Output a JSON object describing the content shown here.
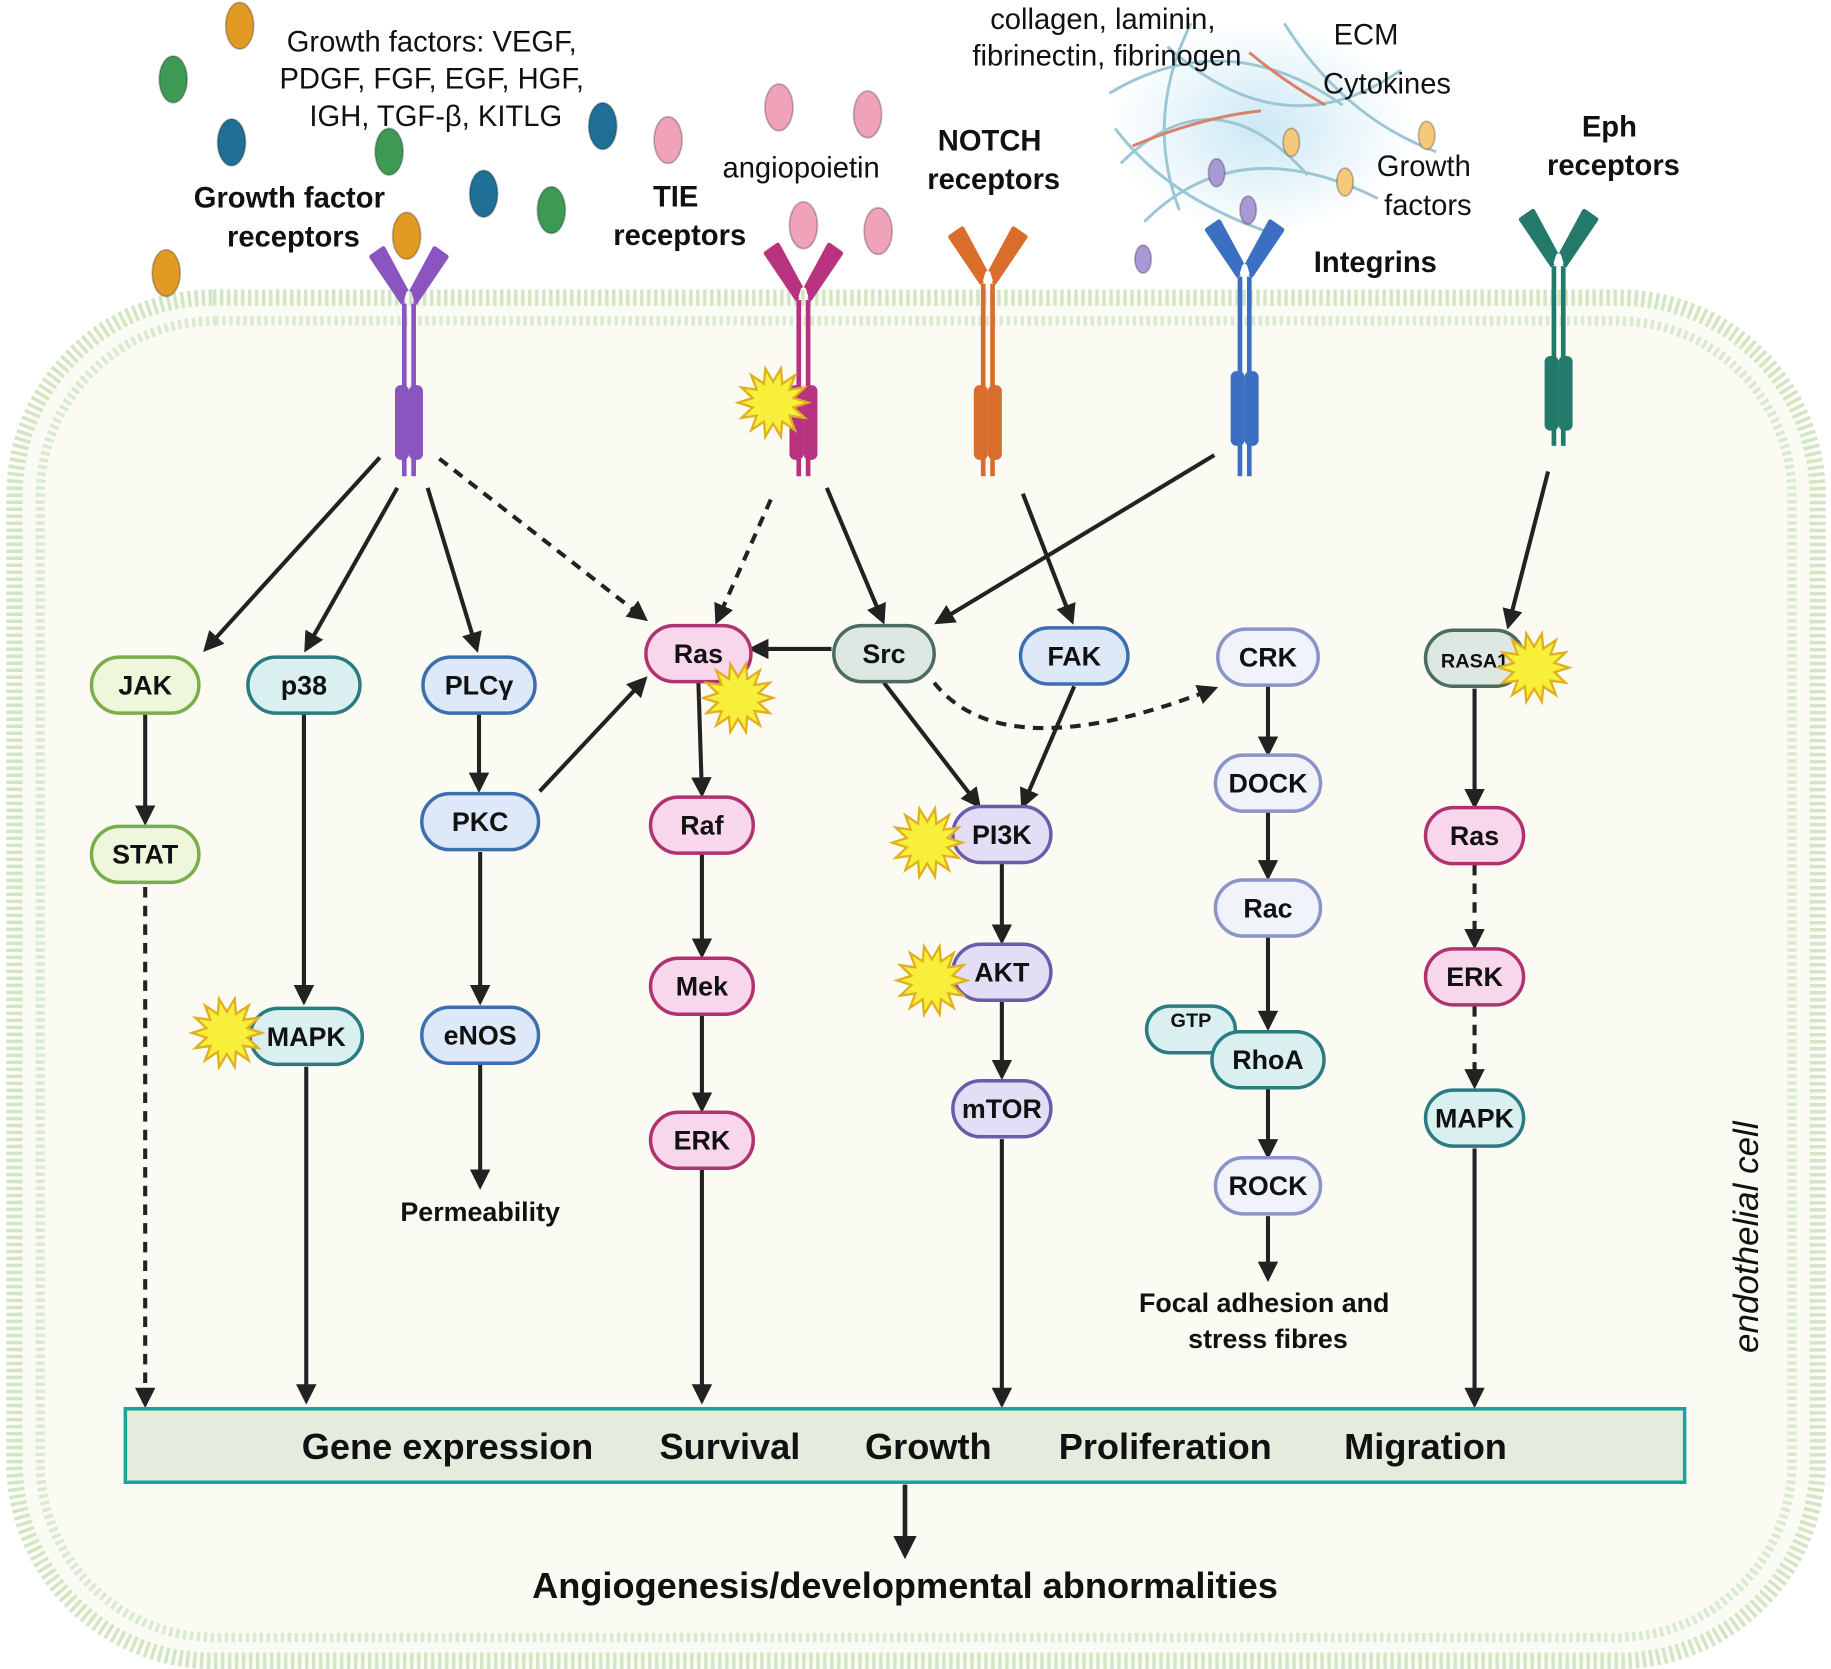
{
  "labels": {
    "growth_factors": [
      "Growth factors: VEGF,",
      "PDGF, FGF, EGF, HGF,",
      "IGH, TGF-β, KITLG"
    ],
    "growth_factor_receptors": [
      "Growth factor",
      "receptors"
    ],
    "tie_receptors": [
      "TIE",
      "receptors"
    ],
    "angiopoietin": "angiopoietin",
    "notch_receptors": [
      "NOTCH",
      "receptors"
    ],
    "ecm_components": [
      "collagen, laminin,",
      "fibrinectin, fibrinogen"
    ],
    "ecm": "ECM",
    "cytokines": "Cytokines",
    "ecm_growth_factors": [
      "Growth",
      "factors"
    ],
    "integrins": "Integrins",
    "eph_receptors": [
      "Eph",
      "receptors"
    ],
    "permeability": "Permeability",
    "focal_adhesion": [
      "Focal adhesion and",
      "stress fibres"
    ],
    "cell": "endothelial cell",
    "final_outcome": "Angiogenesis/developmental abnormalities"
  },
  "outcomes": [
    "Gene expression",
    "Survival",
    "Growth",
    "Proliferation",
    "Migration"
  ],
  "nodes": {
    "jak": "JAK",
    "stat": "STAT",
    "p38": "p38",
    "mapk1": "MAPK",
    "plcg": "PLCγ",
    "pkc": "PKC",
    "enos": "eNOS",
    "ras1": "Ras",
    "raf": "Raf",
    "mek": "Mek",
    "erk1": "ERK",
    "src": "Src",
    "fak": "FAK",
    "pi3k": "PI3K",
    "akt": "AKT",
    "mtor": "mTOR",
    "crk": "CRK",
    "dock": "DOCK",
    "rac": "Rac",
    "gtp": "GTP",
    "rhoa": "RhoA",
    "rock": "ROCK",
    "rasa": "RASA1",
    "ras2": "Ras",
    "erk2": "ERK",
    "mapk2": "MAPK"
  },
  "colors": {
    "growth_factor_receptor": "#8a55c0",
    "tie_receptor": "#b8337f",
    "notch_receptor": "#d86d2c",
    "integrin": "#3a6fc4",
    "eph_receptor": "#23796a",
    "outcome_border": "#1aa39a",
    "membrane": "#cfe3bc",
    "activation_star": "#f7ef3a"
  }
}
